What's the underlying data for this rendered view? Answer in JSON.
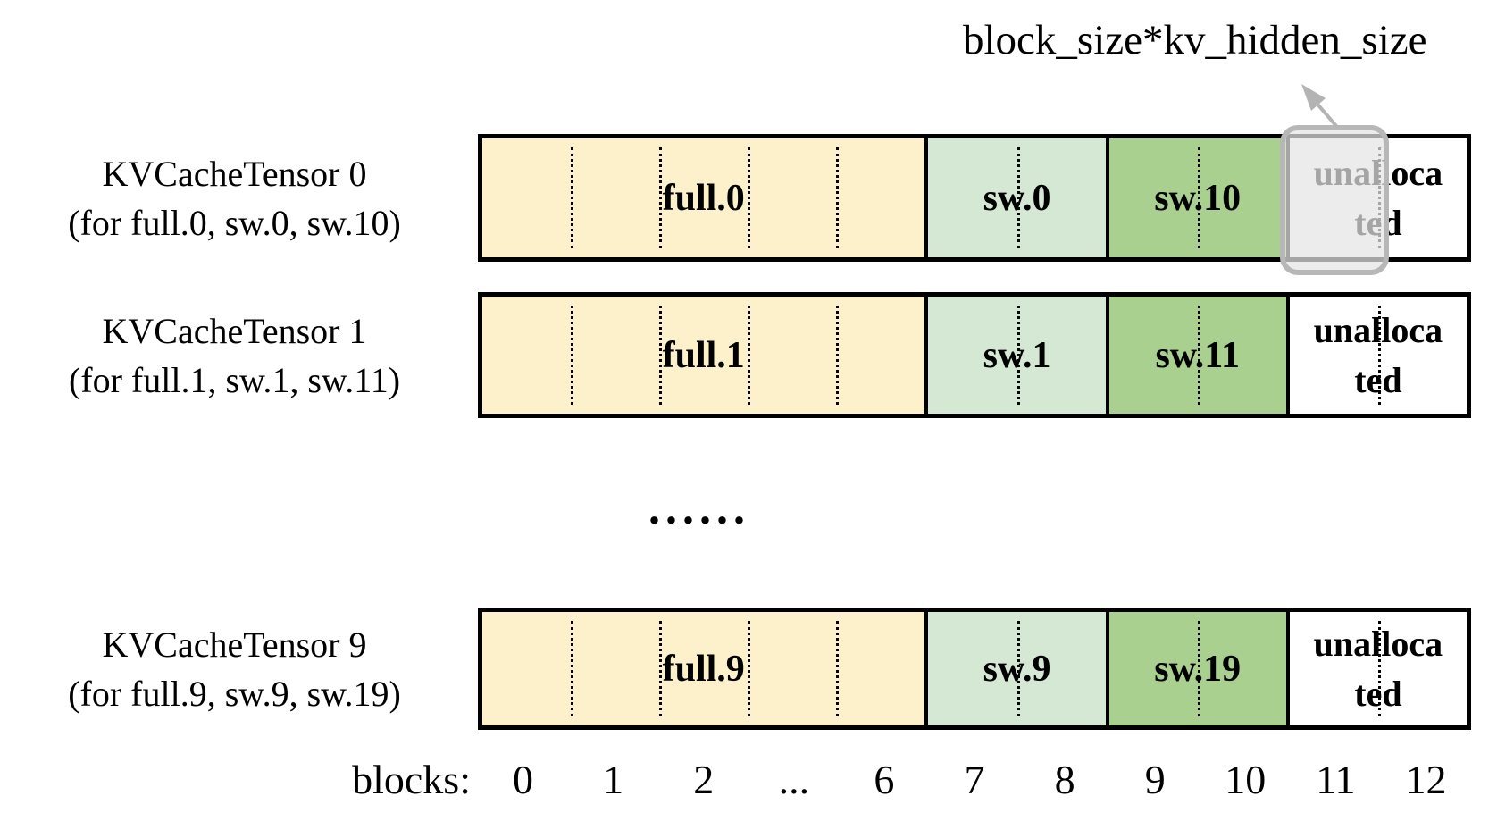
{
  "annotation": {
    "label": "block_size*kv_hidden_size"
  },
  "rows": [
    {
      "name": "KVCacheTensor 0",
      "subtitle": "(for full.0, sw.0, sw.10)",
      "segments": {
        "full": "full.0",
        "sw": "sw.0",
        "sw1x": "sw.10",
        "unallocated": "unallocated",
        "unallocated_display": "unalloca\nted"
      },
      "highlighted_block": 11
    },
    {
      "name": "KVCacheTensor 1",
      "subtitle": "(for full.1, sw.1, sw.11)",
      "segments": {
        "full": "full.1",
        "sw": "sw.1",
        "sw1x": "sw.11",
        "unallocated": "unallocated",
        "unallocated_display": "unalloca\nted"
      }
    },
    {
      "name": "KVCacheTensor 9",
      "subtitle": "(for full.9, sw.9, sw.19)",
      "segments": {
        "full": "full.9",
        "sw": "sw.9",
        "sw1x": "sw.19",
        "unallocated": "unallocated",
        "unallocated_display": "unalloca\nted"
      }
    }
  ],
  "ellipsis": "......",
  "axis": {
    "label": "blocks:",
    "ticks": [
      "0",
      "1",
      "2",
      "...",
      "6",
      "7",
      "8",
      "9",
      "10",
      "11",
      "12"
    ]
  },
  "colors": {
    "full": "#FCF1CB",
    "sw": "#D5E8D4",
    "sw1x": "#A9D08E",
    "unallocated": "#FFFFFF",
    "highlight_border": "#B7B7B7",
    "arrow": "#B3B3B3"
  }
}
